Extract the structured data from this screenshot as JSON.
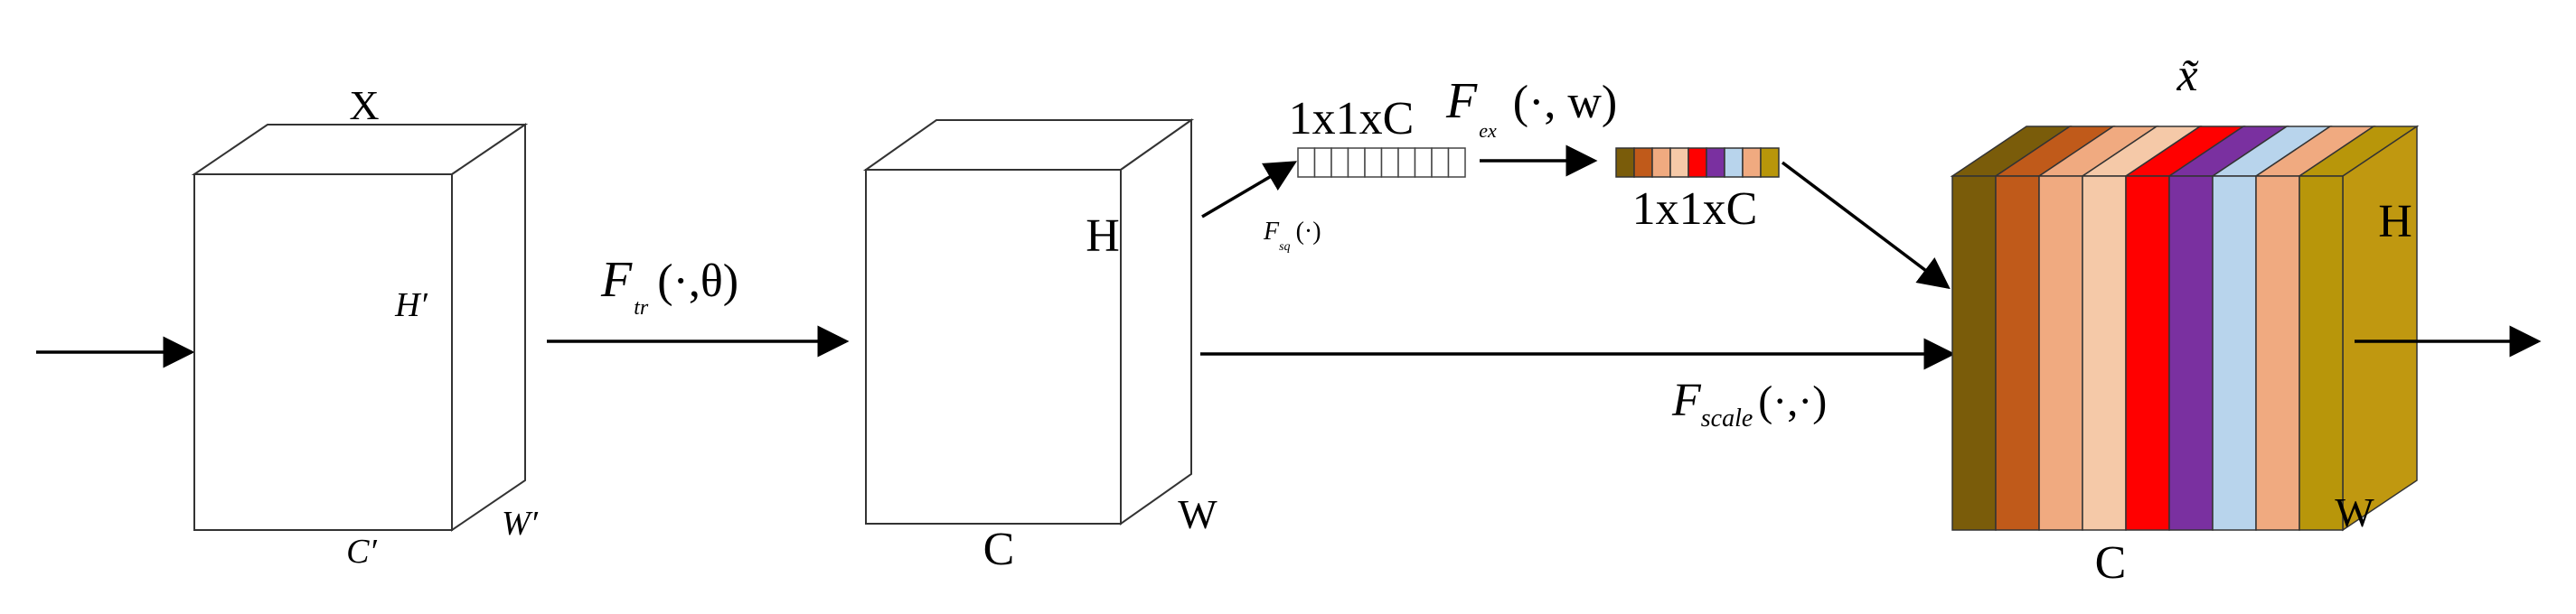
{
  "input_block": {
    "top_label": "X",
    "height_label": "H′",
    "width_label": "W′",
    "channel_label": "C′"
  },
  "transform": {
    "function": "F",
    "subscript": "tr",
    "args": "(·,θ)"
  },
  "feature_block": {
    "height_label": "H",
    "width_label": "W",
    "channel_label": "C"
  },
  "squeeze": {
    "function": "F",
    "subscript": "sq",
    "args": "(·)",
    "vector_label": "1x1xC",
    "vector_cells": [
      "#ffffff",
      "#ffffff",
      "#ffffff",
      "#ffffff",
      "#ffffff",
      "#ffffff",
      "#ffffff",
      "#ffffff",
      "#ffffff",
      "#ffffff"
    ]
  },
  "excitation": {
    "function": "F",
    "subscript": "ex",
    "args": "(·, w)",
    "vector_label": "1x1xC",
    "vector_cells": [
      "#7a5c0a",
      "#c05a1a",
      "#f0aa80",
      "#f5c9a8",
      "#ff0000",
      "#7a30a0",
      "#b8d4ec",
      "#f0aa80",
      "#b8960a"
    ]
  },
  "scale": {
    "function": "F",
    "subscript": "scale",
    "args": "(·,·)"
  },
  "output_block": {
    "top_label": "x̃",
    "height_label": "H",
    "width_label": "W",
    "channel_label": "C",
    "channel_colors": [
      "#7a5c0a",
      "#c05a1a",
      "#f0aa80",
      "#f5c9a8",
      "#ff0000",
      "#7a30a0",
      "#b8d4ec",
      "#f0aa80",
      "#b8960a"
    ],
    "top_colors": [
      "#7a5c0a",
      "#c05a1a",
      "#f0aa80",
      "#f5c9a8",
      "#ff0000",
      "#7a30a0",
      "#b8d4ec",
      "#f0aa80",
      "#b8960a"
    ],
    "side_color": "#c09810"
  }
}
